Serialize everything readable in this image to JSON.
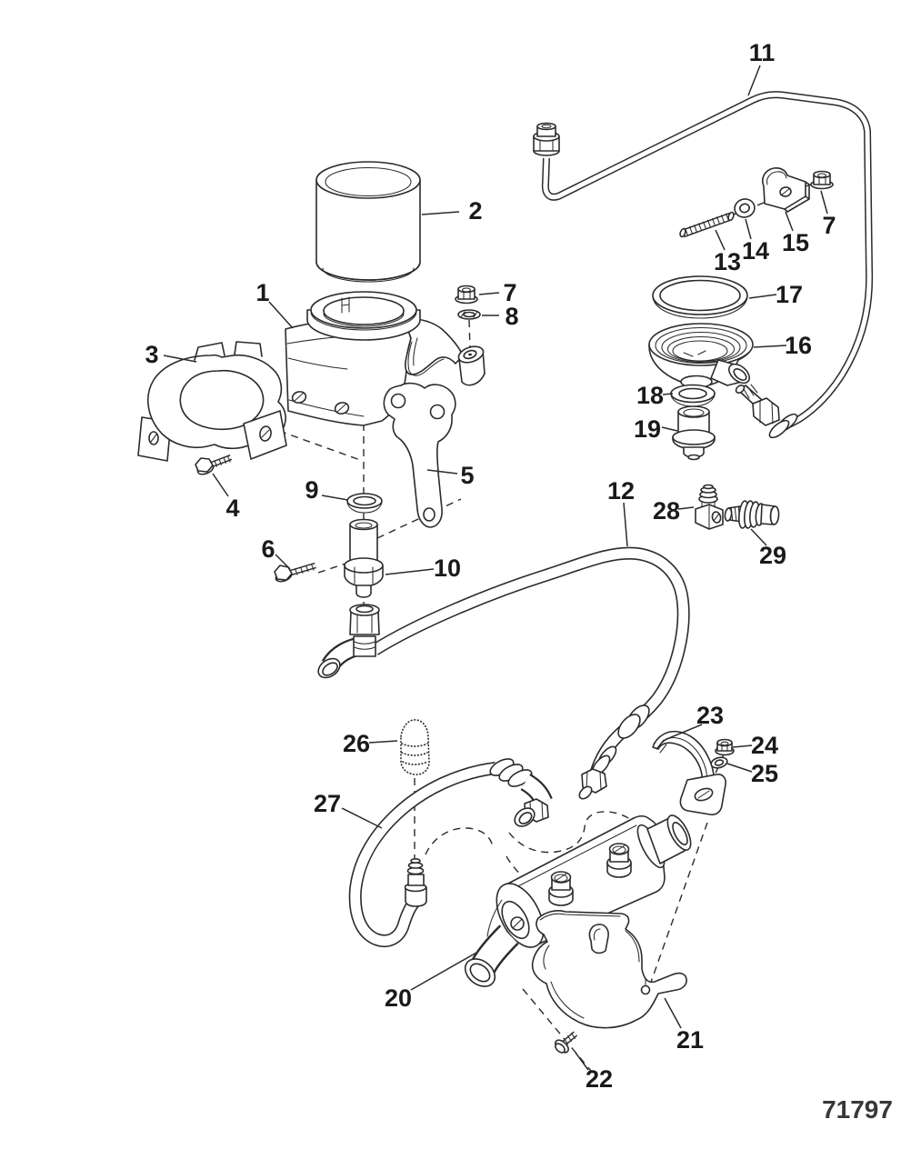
{
  "diagram": {
    "drawing_number": "71797",
    "colors": {
      "line": "#2b2b2b",
      "label": "#1a1a1a",
      "background": "#ffffff"
    },
    "callouts": {
      "1": "1",
      "2": "2",
      "3": "3",
      "4": "4",
      "5": "5",
      "6": "6",
      "7": "7",
      "8": "8",
      "9": "9",
      "10": "10",
      "11": "11",
      "12": "12",
      "13": "13",
      "14": "14",
      "15": "15",
      "16": "16",
      "17": "17",
      "18": "18",
      "19": "19",
      "20": "20",
      "21": "21",
      "22": "22",
      "23": "23",
      "24": "24",
      "25": "25",
      "26": "26",
      "27": "27",
      "28": "28",
      "29": "29"
    }
  }
}
